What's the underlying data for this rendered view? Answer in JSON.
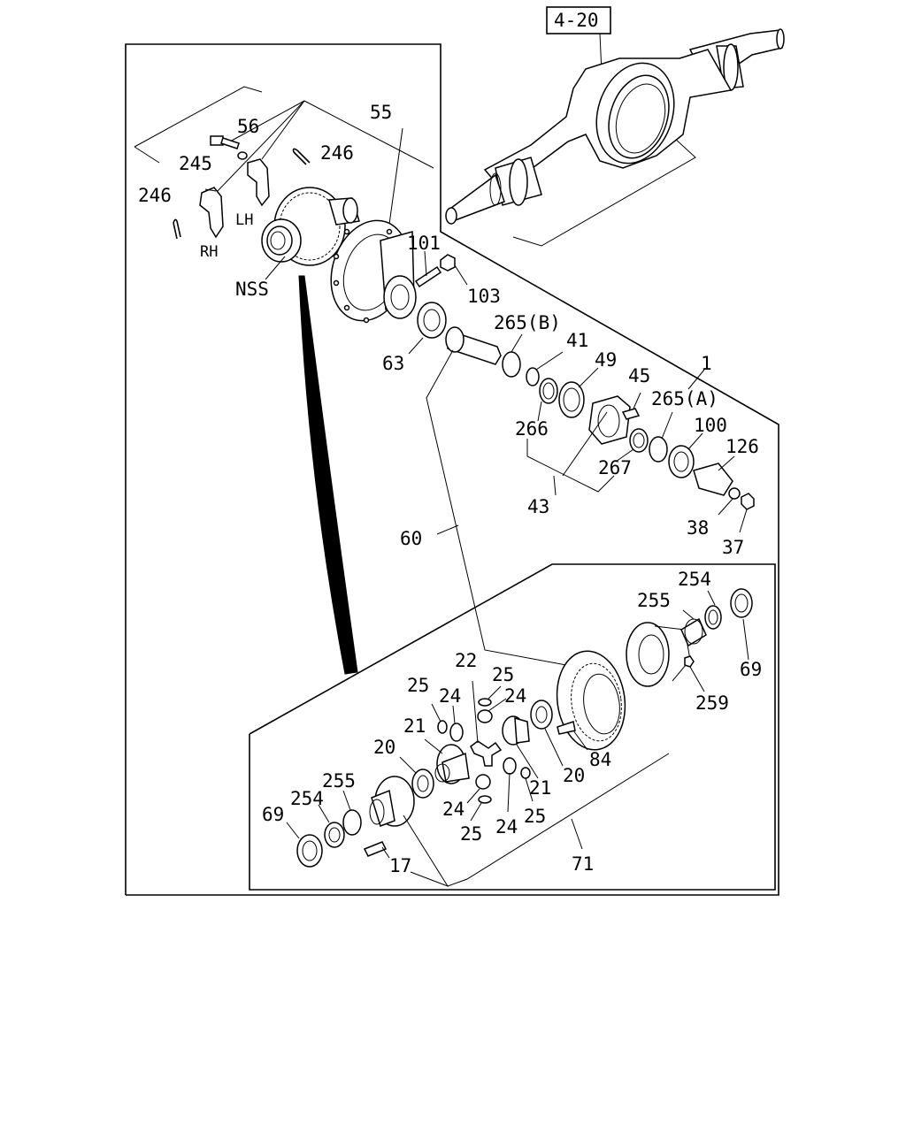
{
  "diagram": {
    "ref_box": "4-20",
    "callouts": {
      "c1": "1",
      "c17": "17",
      "c20a": "20",
      "c20b": "20",
      "c21a": "21",
      "c21b": "21",
      "c22": "22",
      "c24a": "24",
      "c24b": "24",
      "c24c": "24",
      "c24d": "24",
      "c25a": "25",
      "c25b": "25",
      "c25c": "25",
      "c25d": "25",
      "c37": "37",
      "c38": "38",
      "c41": "41",
      "c43": "43",
      "c45": "45",
      "c49": "49",
      "c55": "55",
      "c56": "56",
      "c60": "60",
      "c63": "63",
      "c69a": "69",
      "c69b": "69",
      "c71": "71",
      "c84": "84",
      "c100": "100",
      "c101": "101",
      "c103": "103",
      "c126": "126",
      "c245": "245",
      "c246a": "246",
      "c246b": "246",
      "c254a": "254",
      "c254b": "254",
      "c255a": "255",
      "c255b": "255",
      "c259": "259",
      "c265a": "265(A)",
      "c265b": "265(B)",
      "c266": "266",
      "c267": "267"
    },
    "tags": {
      "rh": "RH",
      "lh": "LH",
      "nss": "NSS"
    }
  }
}
